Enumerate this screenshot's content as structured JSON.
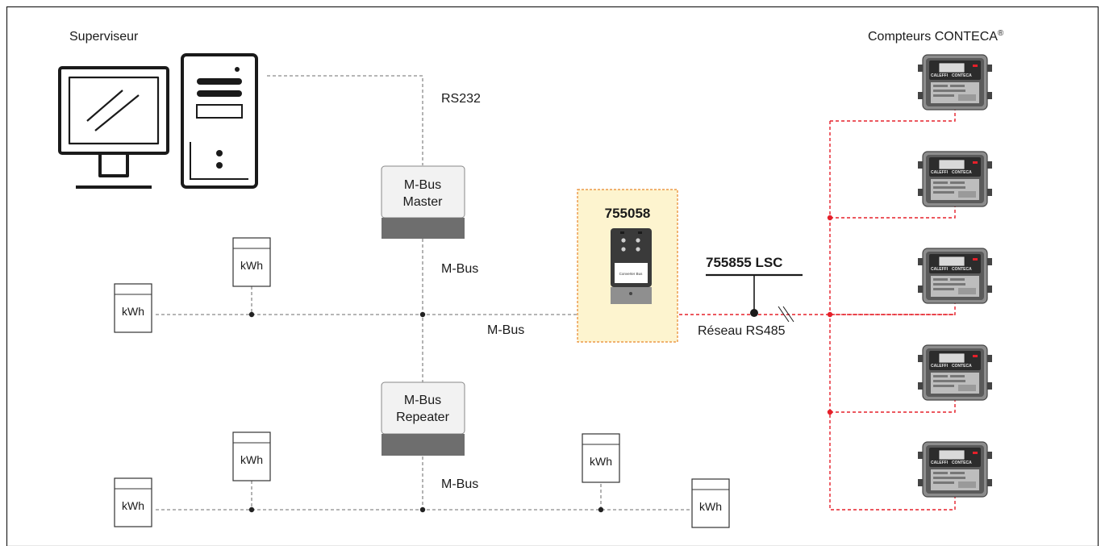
{
  "labels": {
    "supervisor": "Superviseur",
    "meters_title": "Compteurs CONTECA",
    "meters_title_reg": "®",
    "rs232": "RS232",
    "mbus_top": "M-Bus",
    "mbus_mid": "M-Bus",
    "mbus_bottom": "M-Bus",
    "rs485_network": "Réseau RS485",
    "cable_ref": "755855 LSC",
    "converter_ref": "755058",
    "converter_caption": "Converter Bus"
  },
  "devices": {
    "master_line1": "M-Bus",
    "master_line2": "Master",
    "repeater_line1": "M-Bus",
    "repeater_line2": "Repeater"
  },
  "kwh_meters": [
    {
      "label": "kWh"
    },
    {
      "label": "kWh"
    },
    {
      "label": "kWh"
    },
    {
      "label": "kWh"
    },
    {
      "label": "kWh"
    },
    {
      "label": "kWh"
    }
  ],
  "conteca_meters": [
    {
      "brand": "CALEFFI",
      "model": "CONTECA"
    },
    {
      "brand": "CALEFFI",
      "model": "CONTECA"
    },
    {
      "brand": "CALEFFI",
      "model": "CONTECA"
    },
    {
      "brand": "CALEFFI",
      "model": "CONTECA"
    },
    {
      "brand": "CALEFFI",
      "model": "CONTECA"
    }
  ],
  "colors": {
    "bus_line": "#8a8a8a",
    "rs485_line": "#e5202a",
    "device_fill": "#f2f2f2",
    "device_base": "#6e6e6e",
    "converter_highlight": "#fdf4cf",
    "converter_border": "#e8862a"
  }
}
